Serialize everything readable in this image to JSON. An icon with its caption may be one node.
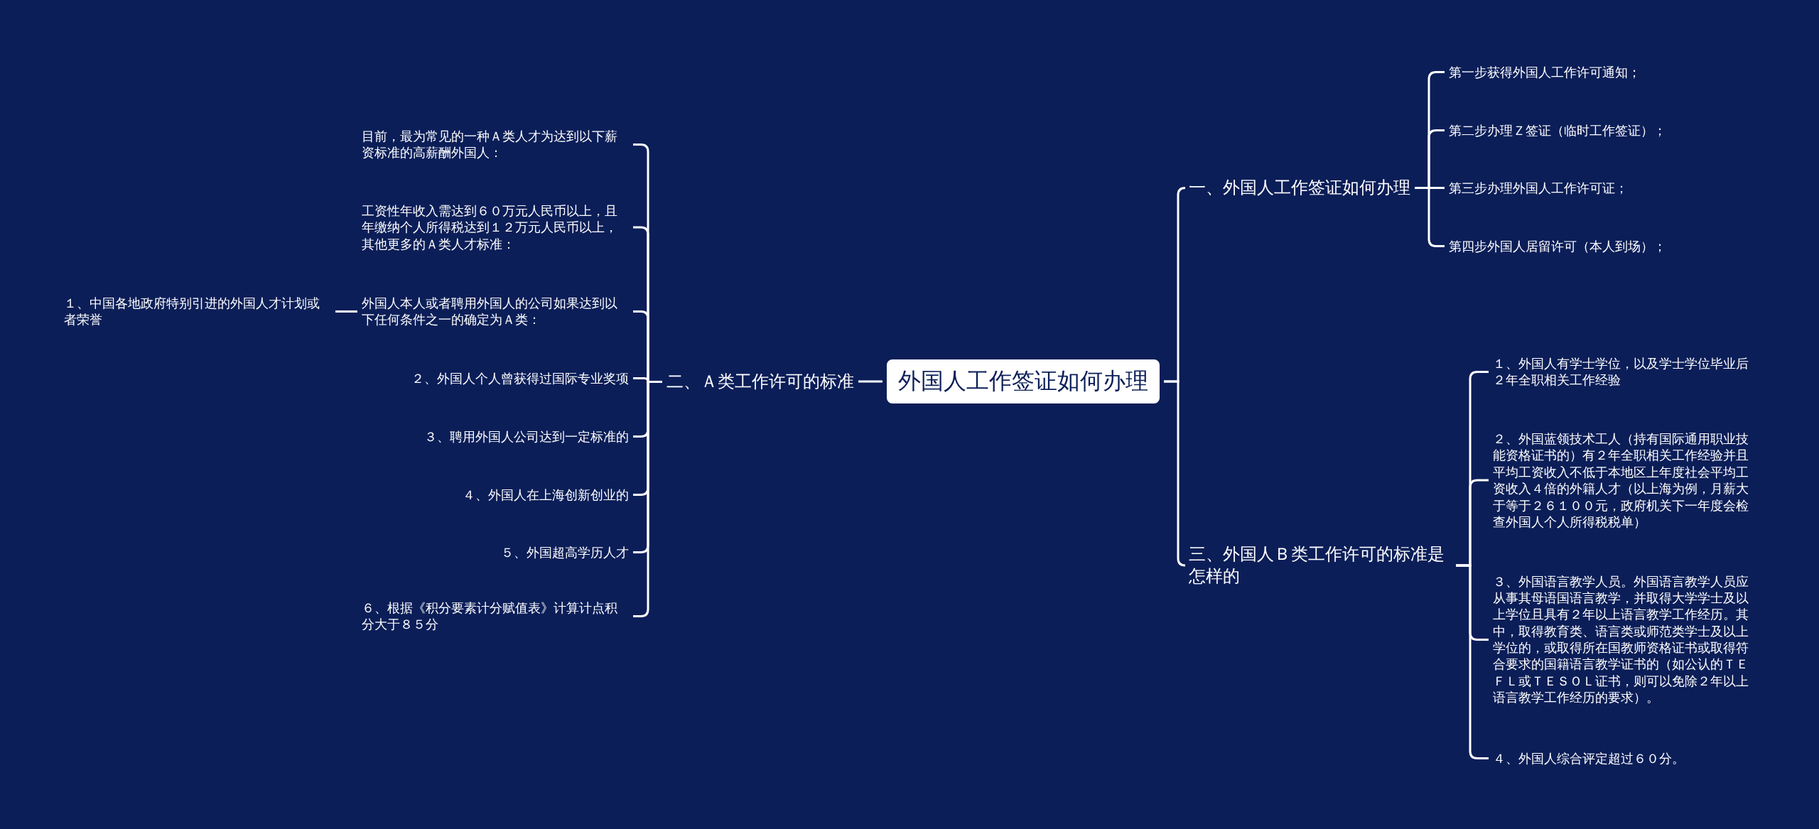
{
  "diagram": {
    "nodes": [
      {
        "text": [
          "外国人工作签证如何办理"
        ]
      },
      {
        "text": [
          "一、外国人工作签证如何办理"
        ]
      },
      {
        "text": [
          "第一步获得外国人工作许可通知；"
        ]
      },
      {
        "text": [
          "第二步办理Ｚ签证（临时工作签证）；"
        ]
      },
      {
        "text": [
          "第三步办理外国人工作许可证；"
        ]
      },
      {
        "text": [
          "第四步外国人居留许可（本人到场）；"
        ]
      },
      {
        "text": [
          "三、外国人Ｂ类工作许可的标准是怎样的"
        ]
      },
      {
        "text": [
          "１、外国人有学士学位，以及学士学位毕业后２年全职相关工作经验"
        ]
      },
      {
        "text": [
          "２、外国蓝领技术工人（持有国际通用职业技能资格证书的）有２年全职相关工作经验并且平均工资收入不低于本地区上年度社会平均工资收入４倍的外籍人才（以上海为例，月薪大于等于２６１００元，政府机关下一年度会检查外国人个人所得税税单）"
        ]
      },
      {
        "text": [
          "３、外国语言教学人员。外国语言教学人员应从事其母语国语言教学，并取得大学学士及以上学位且具有２年以上语言教学工作经历。其中，取得教育类、语言类或师范类学士及以上学位的，或取得所在国教师资格证书或取得符合要求的国籍语言教学证书的（如公认的ＴＥＦＬ或ＴＥＳＯＬ证书，则可以免除２年以上语言教学工作经历的要求）。"
        ]
      },
      {
        "text": [
          "４、外国人综合评定超过６０分。"
        ]
      },
      {
        "text": [
          "二、Ａ类工作许可的标准"
        ]
      },
      {
        "text": [
          "目前，最为常见的一种Ａ类人才为达到以下薪资标准的高薪酬外国人："
        ]
      },
      {
        "text": [
          "工资性年收入需达到６０万元人民币以上，且年缴纳个人所得税达到１２万元人民币以上，其他更多的Ａ类人才标准："
        ]
      },
      {
        "text": [
          "外国人本人或者聘用外国人的公司如果达到以下任何条件之一的确定为Ａ类："
        ]
      },
      {
        "text": [
          "１、中国各地政府特别引进的外国人才计划或者荣誉"
        ]
      },
      {
        "text": [
          "２、外国人个人曾获得过国际专业奖项"
        ]
      },
      {
        "text": [
          "３、聘用外国人公司达到一定标准的"
        ]
      },
      {
        "text": [
          "４、外国人在上海创新创业的"
        ]
      },
      {
        "text": [
          "５、外国超高学历人才"
        ]
      },
      {
        "text": [
          "６、根据《积分要素计分赋值表》计算计点积分大于８５分"
        ]
      }
    ],
    "edges": [
      {
        "from": 0,
        "to": 1,
        "arrow": "none"
      },
      {
        "from": 1,
        "to": 2,
        "arrow": "none"
      },
      {
        "from": 1,
        "to": 3,
        "arrow": "none"
      },
      {
        "from": 1,
        "to": 4,
        "arrow": "none"
      },
      {
        "from": 1,
        "to": 5,
        "arrow": "none"
      },
      {
        "from": 0,
        "to": 6,
        "arrow": "none"
      },
      {
        "from": 6,
        "to": 7,
        "arrow": "none"
      },
      {
        "from": 6,
        "to": 8,
        "arrow": "none"
      },
      {
        "from": 6,
        "to": 9,
        "arrow": "none"
      },
      {
        "from": 6,
        "to": 10,
        "arrow": "none"
      },
      {
        "from": 0,
        "to": 11,
        "arrow": "none"
      },
      {
        "from": 11,
        "to": 12,
        "arrow": "none"
      },
      {
        "from": 11,
        "to": 13,
        "arrow": "none"
      },
      {
        "from": 11,
        "to": 14,
        "arrow": "none"
      },
      {
        "from": 14,
        "to": 15,
        "arrow": "none"
      },
      {
        "from": 11,
        "to": 16,
        "arrow": "none"
      },
      {
        "from": 11,
        "to": 17,
        "arrow": "none"
      },
      {
        "from": 11,
        "to": 18,
        "arrow": "none"
      },
      {
        "from": 11,
        "to": 19,
        "arrow": "none"
      },
      {
        "from": 11,
        "to": 20,
        "arrow": "none"
      }
    ]
  }
}
